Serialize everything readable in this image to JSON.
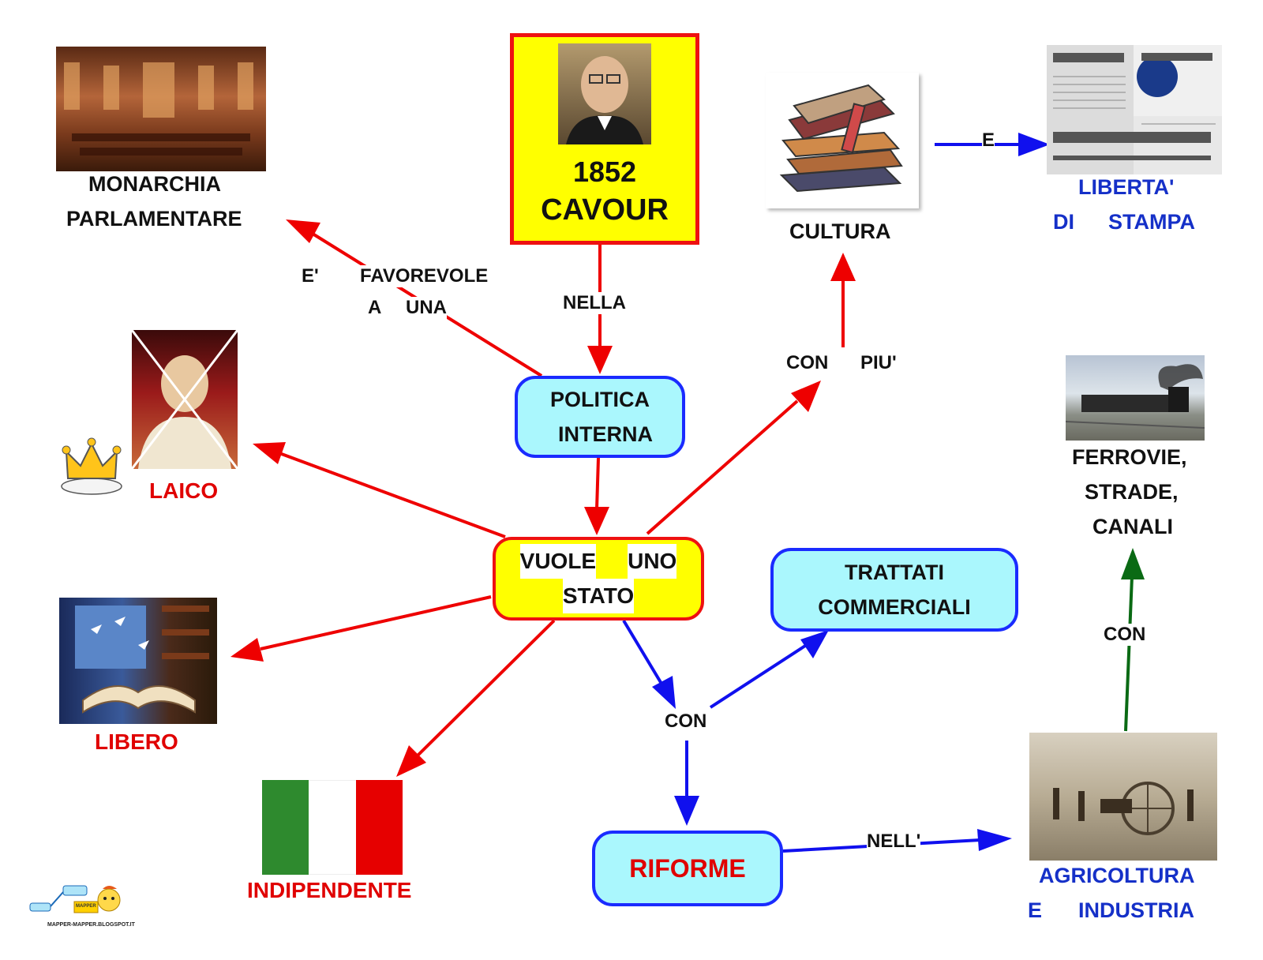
{
  "cavour_box": {
    "year": "1852",
    "name": "CAVOUR"
  },
  "nodes": {
    "monarchia_line1": "MONARCHIA",
    "monarchia_line2": "PARLAMENTARE",
    "politica_line1": "POLITICA",
    "politica_line2": "INTERNA",
    "vuole_line1a": "VUOLE",
    "vuole_line1b": "UNO",
    "vuole_line2": "STATO",
    "cultura": "CULTURA",
    "liberta_line1": "LIBERTA'",
    "liberta_line2a": "DI",
    "liberta_line2b": "STAMPA",
    "laico": "LAICO",
    "libero": "LIBERO",
    "indipendente": "INDIPENDENTE",
    "trattati_line1": "TRATTATI",
    "trattati_line2": "COMMERCIALI",
    "riforme": "RIFORME",
    "agricoltura_line1": "AGRICOLTURA",
    "agricoltura_line2a": "E",
    "agricoltura_line2b": "INDUSTRIA",
    "ferrovie_line1": "FERROVIE,",
    "ferrovie_line2": "STRADE,",
    "ferrovie_line3": "CANALI"
  },
  "links": {
    "nella": "NELLA",
    "e_favorevole_a": "E'",
    "e_favorevole_b": "FAVOREVOLE",
    "a_una_a": "A",
    "a_una_b": "UNA",
    "con_piu_a": "CON",
    "con_piu_b": "PIU'",
    "e": "E",
    "con_blue": "CON",
    "nell": "NELL'",
    "con_green": "CON"
  },
  "logo": {
    "badge": "MAPPER",
    "caption": "MAPPER-MAPPER.BLOGSPOT.IT"
  },
  "colors": {
    "red_arrow": "#ee0000",
    "blue_arrow": "#1010ee",
    "green_arrow": "#0a6a14",
    "cyan_fill": "#aaf7fd",
    "yellow_fill": "#ffff00",
    "red_text": "#e00000",
    "blue_text": "#1530c8"
  },
  "icons": [
    "portrait-photo",
    "parliament-photo",
    "books-icon",
    "newspapers-photo",
    "pope-portrait-crossed",
    "crown-icon",
    "open-book-icon",
    "italian-flag",
    "train-photo",
    "farm-photo",
    "mapper-logo"
  ]
}
